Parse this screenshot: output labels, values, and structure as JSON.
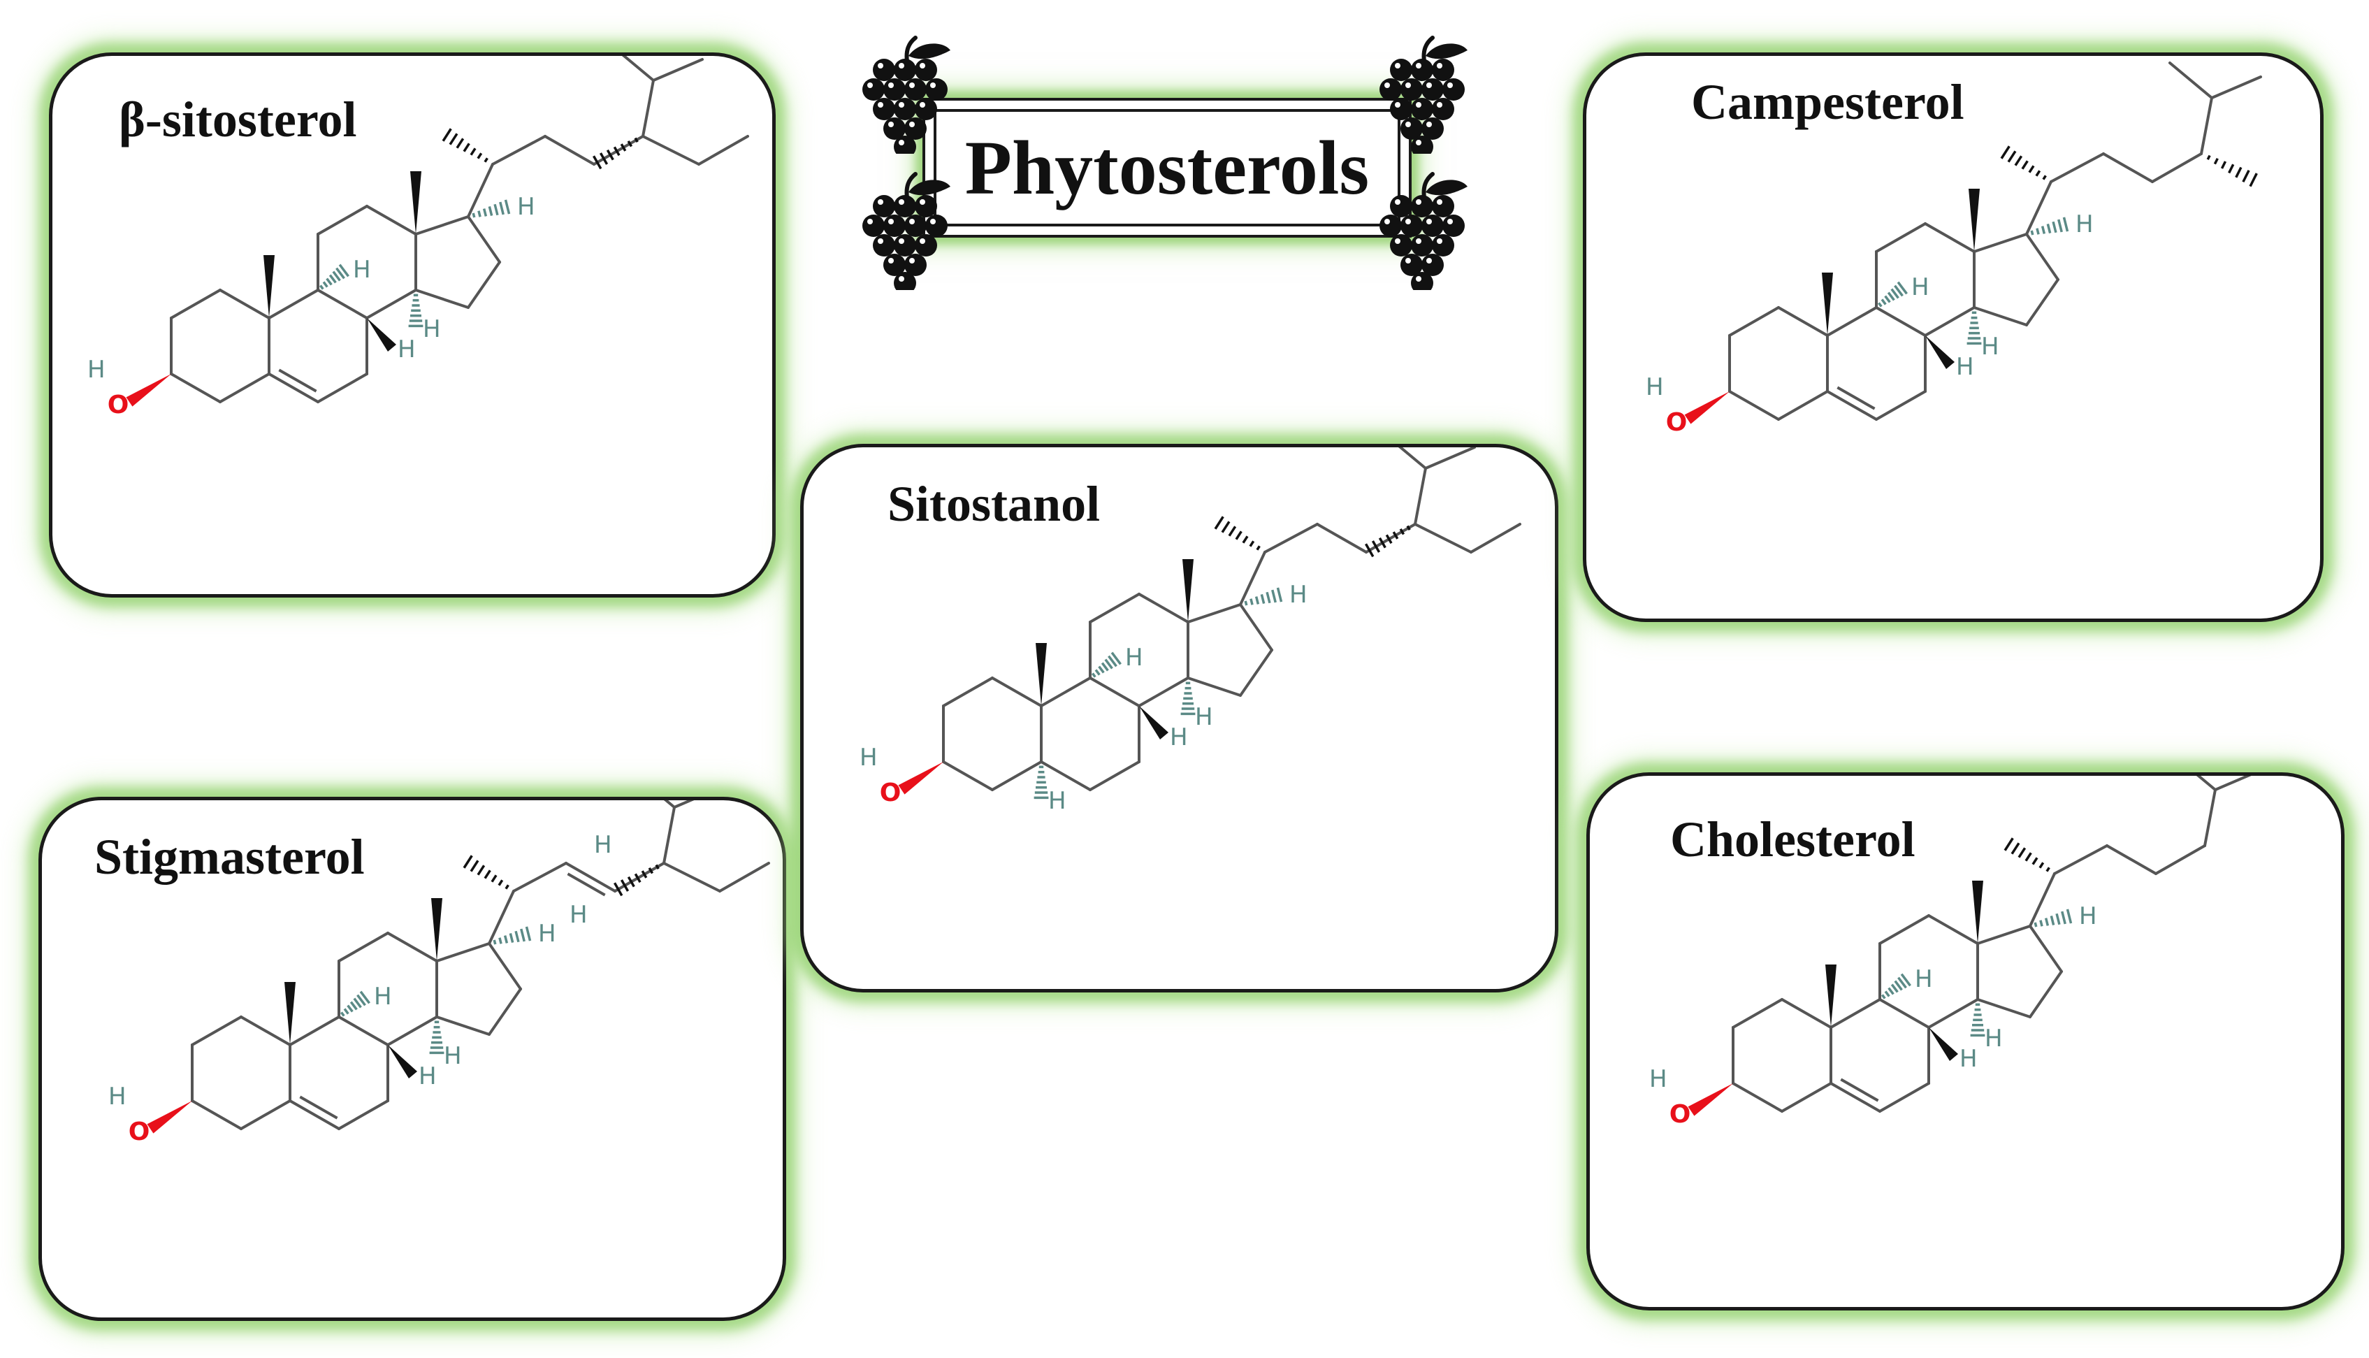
{
  "title": "Phytosterols",
  "icons": {
    "corner": "grapes-icon"
  },
  "atom_labels": {
    "hydrogen": "H",
    "oxygen": "O"
  },
  "colors": {
    "glow": "#92d06e",
    "oxygen": "#e8101a",
    "stereo_h": "#5b8a86",
    "bond": "#555555"
  },
  "compounds": [
    {
      "id": "beta-sitosterol",
      "name": "β-sitosterol"
    },
    {
      "id": "stigmasterol",
      "name": "Stigmasterol"
    },
    {
      "id": "sitostanol",
      "name": "Sitostanol"
    },
    {
      "id": "campesterol",
      "name": "Campesterol"
    },
    {
      "id": "cholesterol",
      "name": "Cholesterol"
    }
  ]
}
